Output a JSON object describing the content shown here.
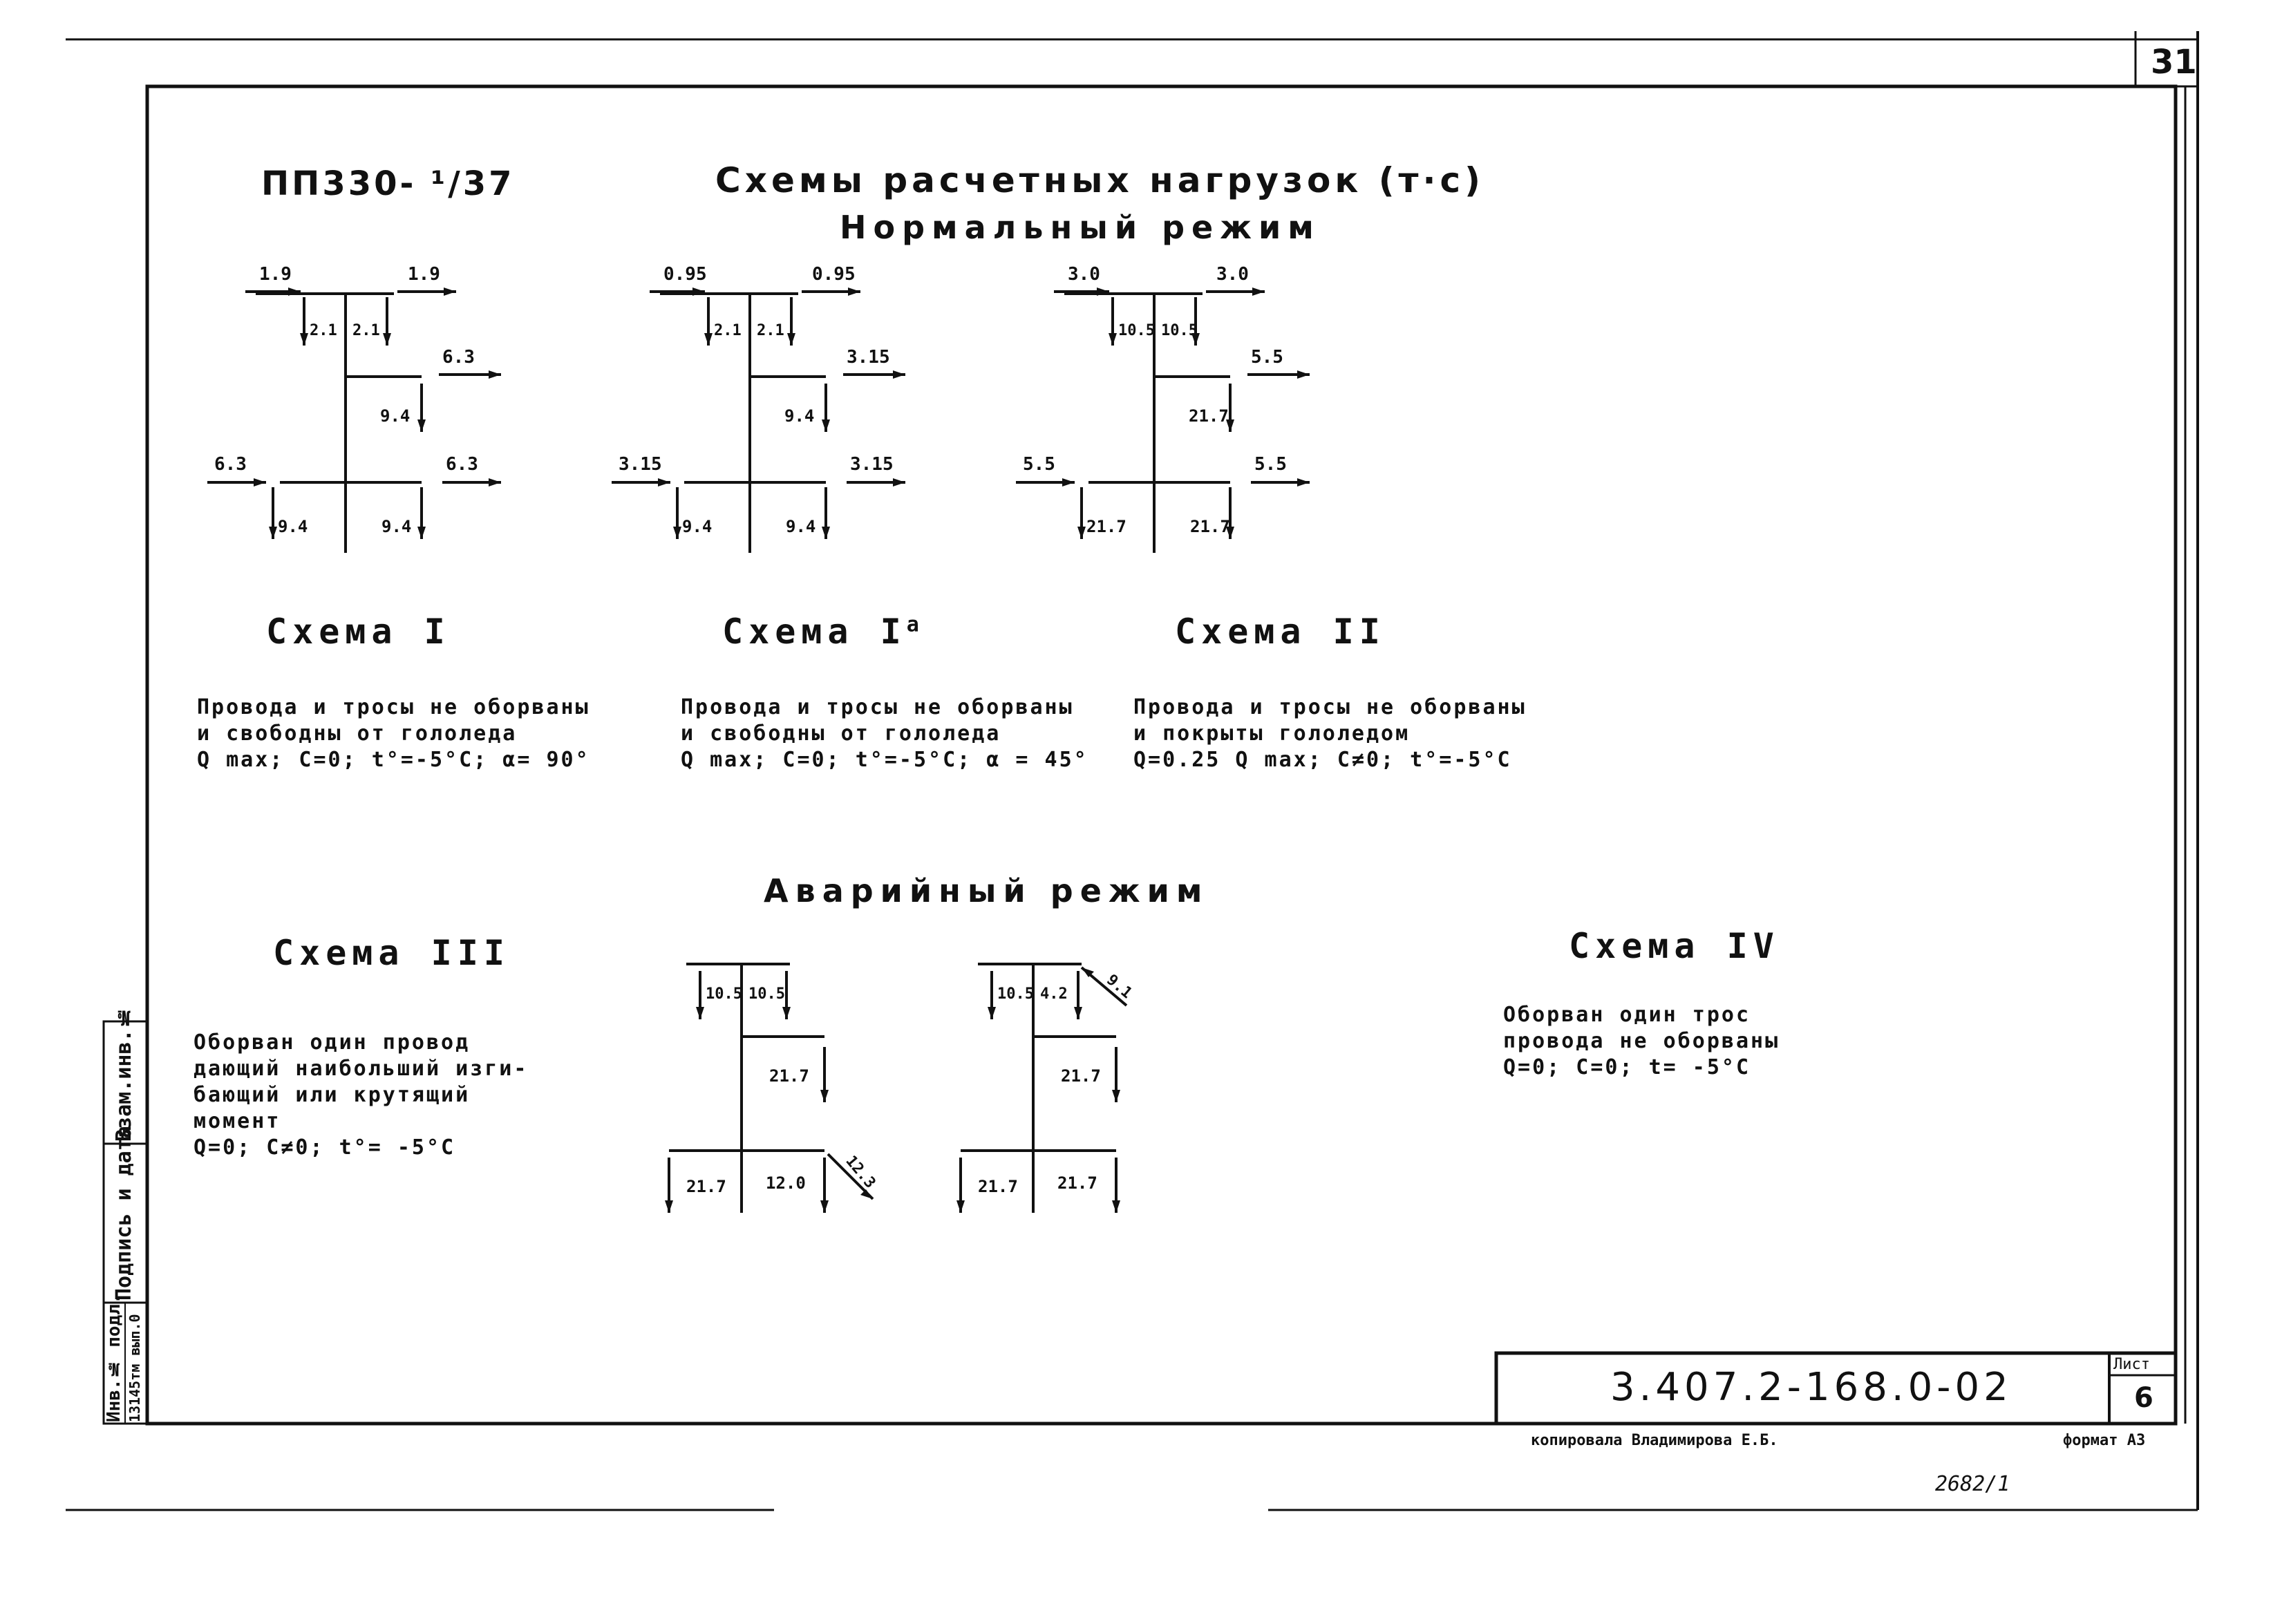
{
  "sheet": {
    "page_number": "31",
    "top_left_code": "ПП330- ¹/37",
    "title_line1": "Схемы   расчетных   нагрузок (т·с)",
    "normal_mode": "Нормальный   режим",
    "emergency_mode": "Аварийный   режим",
    "doc_code": "3.407.2-168.0-02",
    "sheet_label": "Лист",
    "sheet_number": "6",
    "copied_by": "копировала  Владимирова  Е.Б.",
    "format": "формат А3",
    "inventory": "2682/1",
    "side_stamp": {
      "vzam_inv": "Взам.инв.№",
      "sign_date": "Подпись и дата",
      "inv_podl": "Инв.№ подл.",
      "inv_value": "13145тм вып.0"
    }
  },
  "schemes": [
    {
      "id": "I",
      "title": "Схема I",
      "desc": [
        "Провода и тросы не оборваны",
        "и свободны от гололеда",
        "Q max;  C=0;  t°=-5°C;  α= 90°"
      ],
      "loads": {
        "top_l": "1.9",
        "top_r": "1.9",
        "tv_l": "2.1",
        "tv_r": "2.1",
        "mid_h": "6.3",
        "mid_v": "9.4",
        "bot_l": "6.3",
        "bot_r": "6.3",
        "bv_l": "9.4",
        "bv_r": "9.4"
      }
    },
    {
      "id": "Ia",
      "title": "Схема I",
      "sup": "а",
      "desc": [
        "Провода и тросы не оборваны",
        "и свободны от гололеда",
        "Q max;  C=0;  t°=-5°C;  α = 45°"
      ],
      "loads": {
        "top_l": "0.95",
        "top_r": "0.95",
        "tv_l": "2.1",
        "tv_r": "2.1",
        "mid_h": "3.15",
        "mid_v": "9.4",
        "bot_l": "3.15",
        "bot_r": "3.15",
        "bv_l": "9.4",
        "bv_r": "9.4"
      }
    },
    {
      "id": "II",
      "title": "Схема II",
      "desc": [
        "Провода и тросы не оборваны",
        "и покрыты гололедом",
        "Q=0.25 Q max;  C≠0;  t°=-5°C"
      ],
      "loads": {
        "top_l": "3.0",
        "top_r": "3.0",
        "tv_l": "10.5",
        "tv_r": "10.5",
        "mid_h": "5.5",
        "mid_v": "21.7",
        "bot_l": "5.5",
        "bot_r": "5.5",
        "bv_l": "21.7",
        "bv_r": "21.7"
      }
    },
    {
      "id": "III",
      "title": "Схема III",
      "desc": [
        "Оборван один провод",
        "дающий наибольший изги-",
        "бающий или крутящий",
        "момент",
        "Q=0;  C≠0;  t°= -5°C"
      ],
      "loads": {
        "tv_l": "10.5",
        "tv_r": "10.5",
        "mid_v": "21.7",
        "bv_l": "21.7",
        "bv_r": "12.0",
        "diag": "12.3"
      }
    },
    {
      "id": "IV",
      "title": "Схема IV",
      "desc": [
        "Оборван один трос",
        "провода не оборваны",
        "Q=0;  C=0;  t= -5°C"
      ],
      "loads": {
        "tv_l": "10.5",
        "tv_r": "4.2",
        "diag": "9.1",
        "mid_v": "21.7",
        "bv_l": "21.7",
        "bv_r": "21.7"
      }
    }
  ]
}
